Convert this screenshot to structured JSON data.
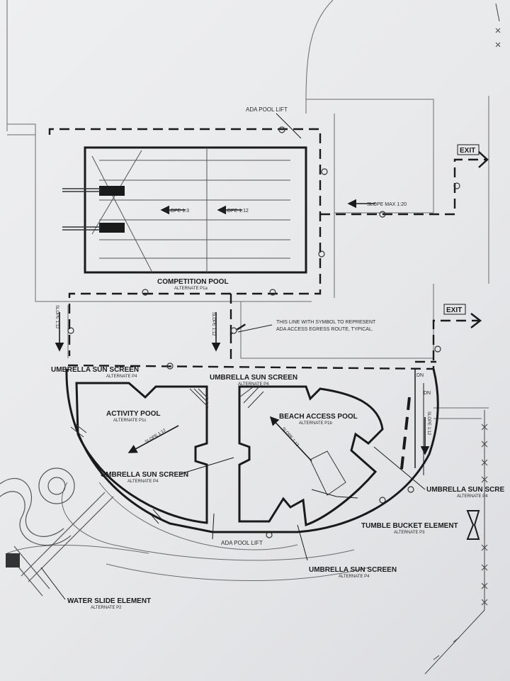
{
  "labels": {
    "ada_pool_lift_top": "ADA POOL LIFT",
    "exit_top": "EXIT",
    "exit_mid": "EXIT",
    "slope_max": "SLOPE MAX 1:20",
    "slope_13": "SLOPE 1:3",
    "slope_112_comp": "SLOPE 1:12",
    "competition_pool": "COMPETITION POOL",
    "competition_alt": "ALTERNATE P1a",
    "ada_note_line1": "THIS LINE WITH SYMBOL TO REPRESENT",
    "ada_note_line2": "ADA ACCESS EGRESS ROUTE, TYPICAL.",
    "slope_left": "SLOPE 1:12",
    "slope_mid": "SLOPE 1:12",
    "umbrella_1": "UMBRELLA SUN SCREEN",
    "umbrella_1_alt": "ALTERNATE P4",
    "umbrella_2": "UMBRELLA SUN SCREEN",
    "umbrella_2_alt": "ALTERNATE P4",
    "activity_pool": "ACTIVITY POOL",
    "activity_alt": "ALTERNATE P1c",
    "slope_activity": "SLOPE 1:12",
    "beach_pool": "BEACH ACCESS POOL",
    "beach_alt": "ALTERNATE P1b",
    "slope_beach": "SLOPE 1:12",
    "slope_right": "SLOPE 1:12",
    "umbrella_3": "UMBRELLA SUN SCREEN",
    "umbrella_3_alt": "ALTERNATE P4",
    "umbrella_4": "UMBRELLA SUN SCRE",
    "umbrella_4_alt": "ALTERNATE P4",
    "tumble": "TUMBLE BUCKET ELEMENT",
    "tumble_alt": "ALTERNATE P3",
    "ada_pool_lift_bottom": "ADA POOL LIFT",
    "umbrella_5": "UMBRELLA SUN SCREEN",
    "umbrella_5_alt": "ALTERNATE P4",
    "water_slide": "WATER SLIDE ELEMENT",
    "water_slide_alt": "ALTERNATE P2",
    "dn_upper": "DN",
    "dn_lower": "DN"
  },
  "colors": {
    "ink": "#1a1a1a",
    "linework": "#555555",
    "paper": "#eceded"
  }
}
